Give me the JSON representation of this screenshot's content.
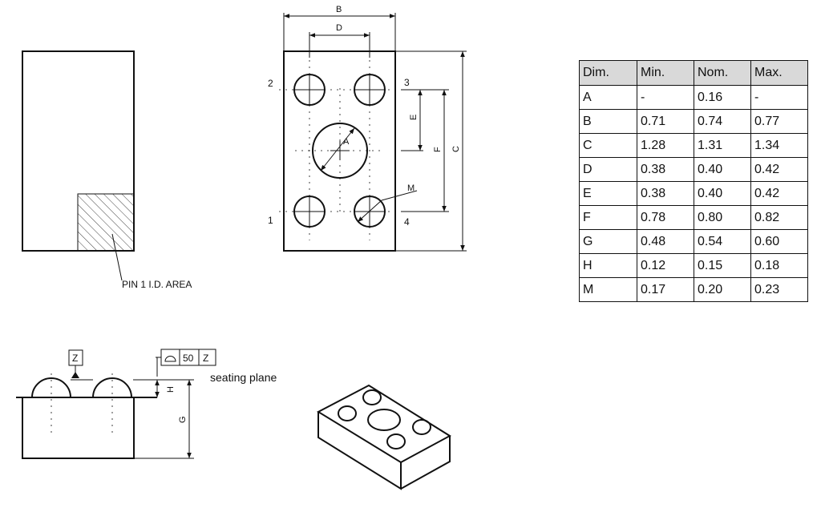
{
  "top_view": {
    "pin1_label": "PIN 1 I.D. AREA"
  },
  "bottom_view": {
    "dims": {
      "B": "B",
      "D": "D",
      "E": "E",
      "F": "F",
      "C": "C",
      "A": "A",
      "M": "M"
    },
    "pins": {
      "p1": "1",
      "p2": "2",
      "p3": "3",
      "p4": "4"
    }
  },
  "side_view": {
    "datum": "Z",
    "tolerance_value": "50",
    "tolerance_datum": "Z",
    "seating_plane": "seating plane",
    "dim_h": "H",
    "dim_g": "G"
  },
  "dimension_table": {
    "headers": [
      "Dim.",
      "Min.",
      "Nom.",
      "Max."
    ],
    "rows": [
      [
        "A",
        "-",
        "0.16",
        "-"
      ],
      [
        "B",
        "0.71",
        "0.74",
        "0.77"
      ],
      [
        "C",
        "1.28",
        "1.31",
        "1.34"
      ],
      [
        "D",
        "0.38",
        "0.40",
        "0.42"
      ],
      [
        "E",
        "0.38",
        "0.40",
        "0.42"
      ],
      [
        "F",
        "0.78",
        "0.80",
        "0.82"
      ],
      [
        "G",
        "0.48",
        "0.54",
        "0.60"
      ],
      [
        "H",
        "0.12",
        "0.15",
        "0.18"
      ],
      [
        "M",
        "0.17",
        "0.20",
        "0.23"
      ]
    ]
  }
}
